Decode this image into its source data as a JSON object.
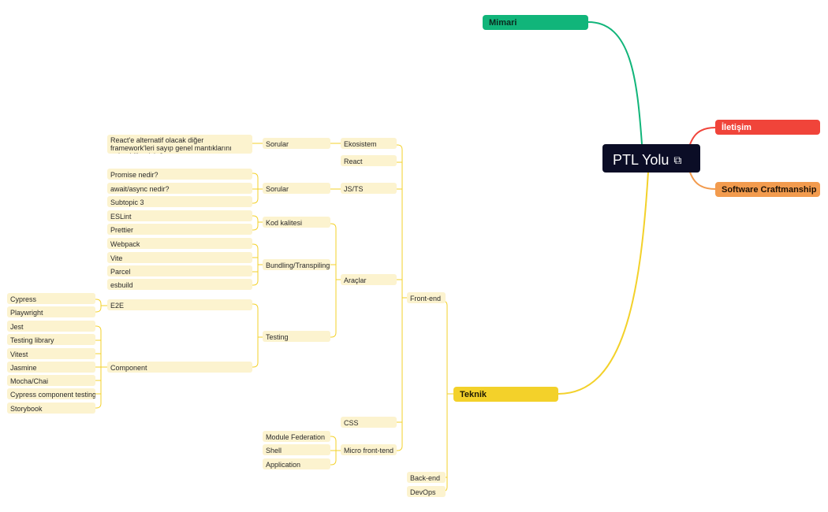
{
  "colors": {
    "root_bg": "#0b0d26",
    "mimari": "#11b57a",
    "iletisim": "#f0443a",
    "craft": "#f29b4e",
    "teknik": "#f3d12a",
    "line": "#f3d12a",
    "leaf_bg": "#fcf3cf"
  },
  "root": {
    "label": "PTL Yolu",
    "icon": "link-icon"
  },
  "branches": {
    "mimari": "Mimari",
    "iletisim": "İletişim",
    "software_craftmanship": "Software Craftmanship",
    "teknik": "Teknik"
  },
  "teknik": {
    "frontend": "Front-end",
    "backend": "Back-end",
    "devops": "DevOps"
  },
  "frontend": {
    "ekosistem": "Ekosistem",
    "react": "React",
    "jsts": "JS/TS",
    "araclar": "Araçlar",
    "css": "CSS",
    "microfrontend": "Micro front-tend"
  },
  "ekosistem": {
    "sorular": "Sorular",
    "question": "React'e alternatif olacak diğer framework'leri sayıp genel mantıklarını anlatabilir misin?"
  },
  "jsts": {
    "sorular": "Sorular",
    "items": [
      "Promise nedir?",
      "await/async nedir?",
      "Subtopic 3"
    ]
  },
  "araclar": {
    "kod_kalitesi": "Kod kalitesi",
    "kod_items": [
      "ESLint",
      "Prettier"
    ],
    "bundling": "Bundling/Transpiling",
    "bundling_items": [
      "Webpack",
      "Vite",
      "Parcel",
      "esbuild"
    ],
    "testing": "Testing"
  },
  "testing": {
    "e2e": "E2E",
    "e2e_items": [
      "Cypress",
      "Playwright"
    ],
    "component": "Component",
    "component_items": [
      "Jest",
      "Testing library",
      "Vitest",
      "Jasmine",
      "Mocha/Chai",
      "Cypress component testing",
      "Storybook"
    ]
  },
  "microfrontend": {
    "items": [
      "Module Federation",
      "Shell",
      "Application"
    ]
  }
}
